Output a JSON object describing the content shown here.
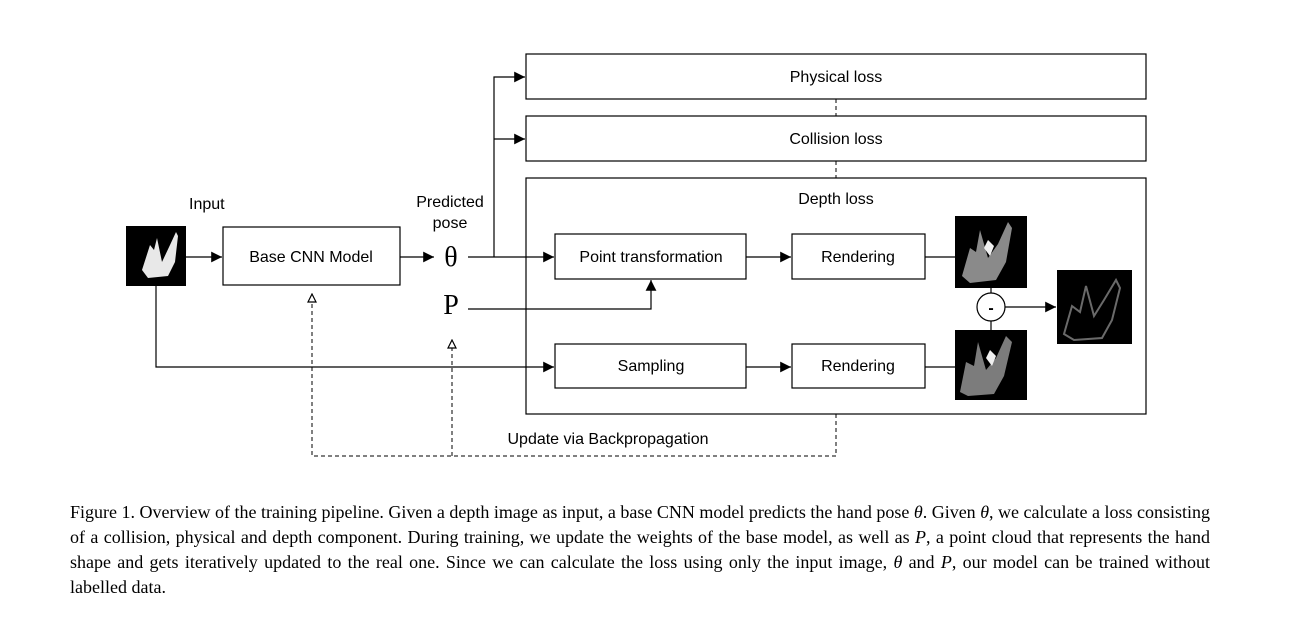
{
  "diagram": {
    "input_label": "Input",
    "base_cnn": "Base CNN Model",
    "predicted_pose": [
      "Predicted",
      "pose"
    ],
    "theta_symbol": "θ",
    "p_symbol": "P",
    "physical_loss": "Physical loss",
    "collision_loss": "Collision loss",
    "depth_loss": "Depth loss",
    "point_transformation": "Point transformation",
    "rendering_top": "Rendering",
    "sampling": "Sampling",
    "rendering_bottom": "Rendering",
    "minus_op": "-",
    "update_label": "Update via Backpropagation"
  },
  "caption": {
    "prefix": "Figure 1. Overview of the training pipeline.  Given a depth image as input, a base CNN model predicts the hand pose ",
    "theta1": "θ",
    "mid1": ".  Given ",
    "theta2": "θ",
    "mid2": ", we calculate a loss consisting of a collision, physical and depth component. During training, we update the weights of the base model, as well as ",
    "p1": "P",
    "mid3": ", a point cloud that represents the hand shape and gets iteratively updated to the real one.  Since we can calculate the loss using only the input image, ",
    "theta3": "θ",
    "mid4": " and ",
    "p2": "P",
    "suffix": ", our model can be trained without labelled data."
  }
}
